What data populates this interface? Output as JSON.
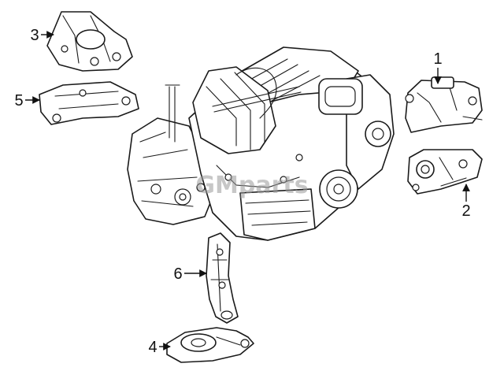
{
  "diagram": {
    "callouts": [
      {
        "id": "1",
        "label": "1"
      },
      {
        "id": "2",
        "label": "2"
      },
      {
        "id": "3",
        "label": "3"
      },
      {
        "id": "4",
        "label": "4"
      },
      {
        "id": "5",
        "label": "5"
      },
      {
        "id": "6",
        "label": "6"
      }
    ],
    "watermark": "GMparts"
  }
}
